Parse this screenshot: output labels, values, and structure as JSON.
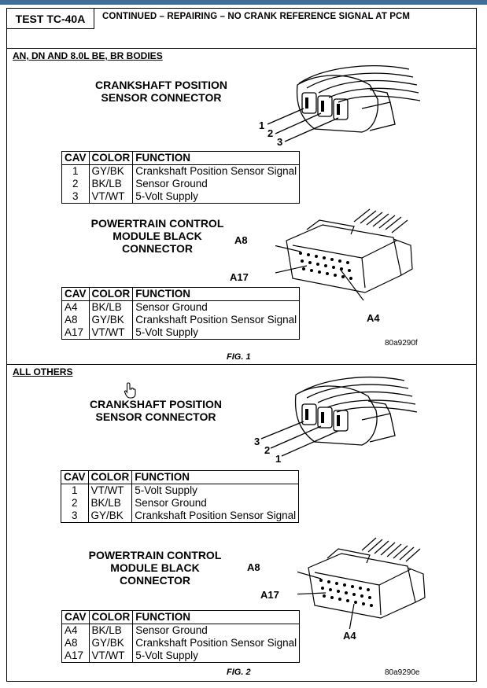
{
  "header": {
    "test_id": "TEST TC-40A",
    "title": "CONTINUED – REPAIRING – NO CRANK REFERENCE SIGNAL AT PCM"
  },
  "section1": {
    "heading": "AN, DN AND 8.0L BE, BR BODIES",
    "ckp": {
      "label_line1": "CRANKSHAFT POSITION",
      "label_line2": "SENSOR CONNECTOR",
      "pins": [
        "1",
        "2",
        "3"
      ],
      "table": {
        "headers": [
          "CAV",
          "COLOR",
          "FUNCTION"
        ],
        "rows": [
          [
            "1",
            "GY/BK",
            "Crankshaft Position Sensor Signal"
          ],
          [
            "2",
            "BK/LB",
            "Sensor Ground"
          ],
          [
            "3",
            "VT/WT",
            "5-Volt Supply"
          ]
        ]
      }
    },
    "pcm": {
      "label_line1": "POWERTRAIN CONTROL",
      "label_line2": "MODULE BLACK",
      "label_line3": "CONNECTOR",
      "pins": [
        "A8",
        "A17",
        "A4"
      ],
      "table": {
        "headers": [
          "CAV",
          "COLOR",
          "FUNCTION"
        ],
        "rows": [
          [
            "A4",
            "BK/LB",
            "Sensor Ground"
          ],
          [
            "A8",
            "GY/BK",
            "Crankshaft Position Sensor Signal"
          ],
          [
            "A17",
            "VT/WT",
            "5-Volt Supply"
          ]
        ]
      }
    },
    "code": "80a9290f",
    "fig": "FIG. 1"
  },
  "section2": {
    "heading": "ALL OTHERS",
    "ckp": {
      "label_line1": "CRANKSHAFT POSITION",
      "label_line2": "SENSOR CONNECTOR",
      "pins": [
        "3",
        "2",
        "1"
      ],
      "table": {
        "headers": [
          "CAV",
          "COLOR",
          "FUNCTION"
        ],
        "rows": [
          [
            "1",
            "VT/WT",
            "5-Volt Supply"
          ],
          [
            "2",
            "BK/LB",
            "Sensor Ground"
          ],
          [
            "3",
            "GY/BK",
            "Crankshaft Position Sensor Signal"
          ]
        ]
      }
    },
    "pcm": {
      "label_line1": "POWERTRAIN CONTROL",
      "label_line2": "MODULE BLACK",
      "label_line3": "CONNECTOR",
      "pins": [
        "A8",
        "A17",
        "A4"
      ],
      "table": {
        "headers": [
          "CAV",
          "COLOR",
          "FUNCTION"
        ],
        "rows": [
          [
            "A4",
            "BK/LB",
            "Sensor Ground"
          ],
          [
            "A8",
            "GY/BK",
            "Crankshaft Position Sensor Signal"
          ],
          [
            "A17",
            "VT/WT",
            "5-Volt Supply"
          ]
        ]
      }
    },
    "code": "80a9290e",
    "fig": "FIG. 2"
  },
  "colors": {
    "top_band": "#3f6f98",
    "ink": "#000000"
  },
  "icons": {
    "cursor": "hand-pointer-icon"
  }
}
